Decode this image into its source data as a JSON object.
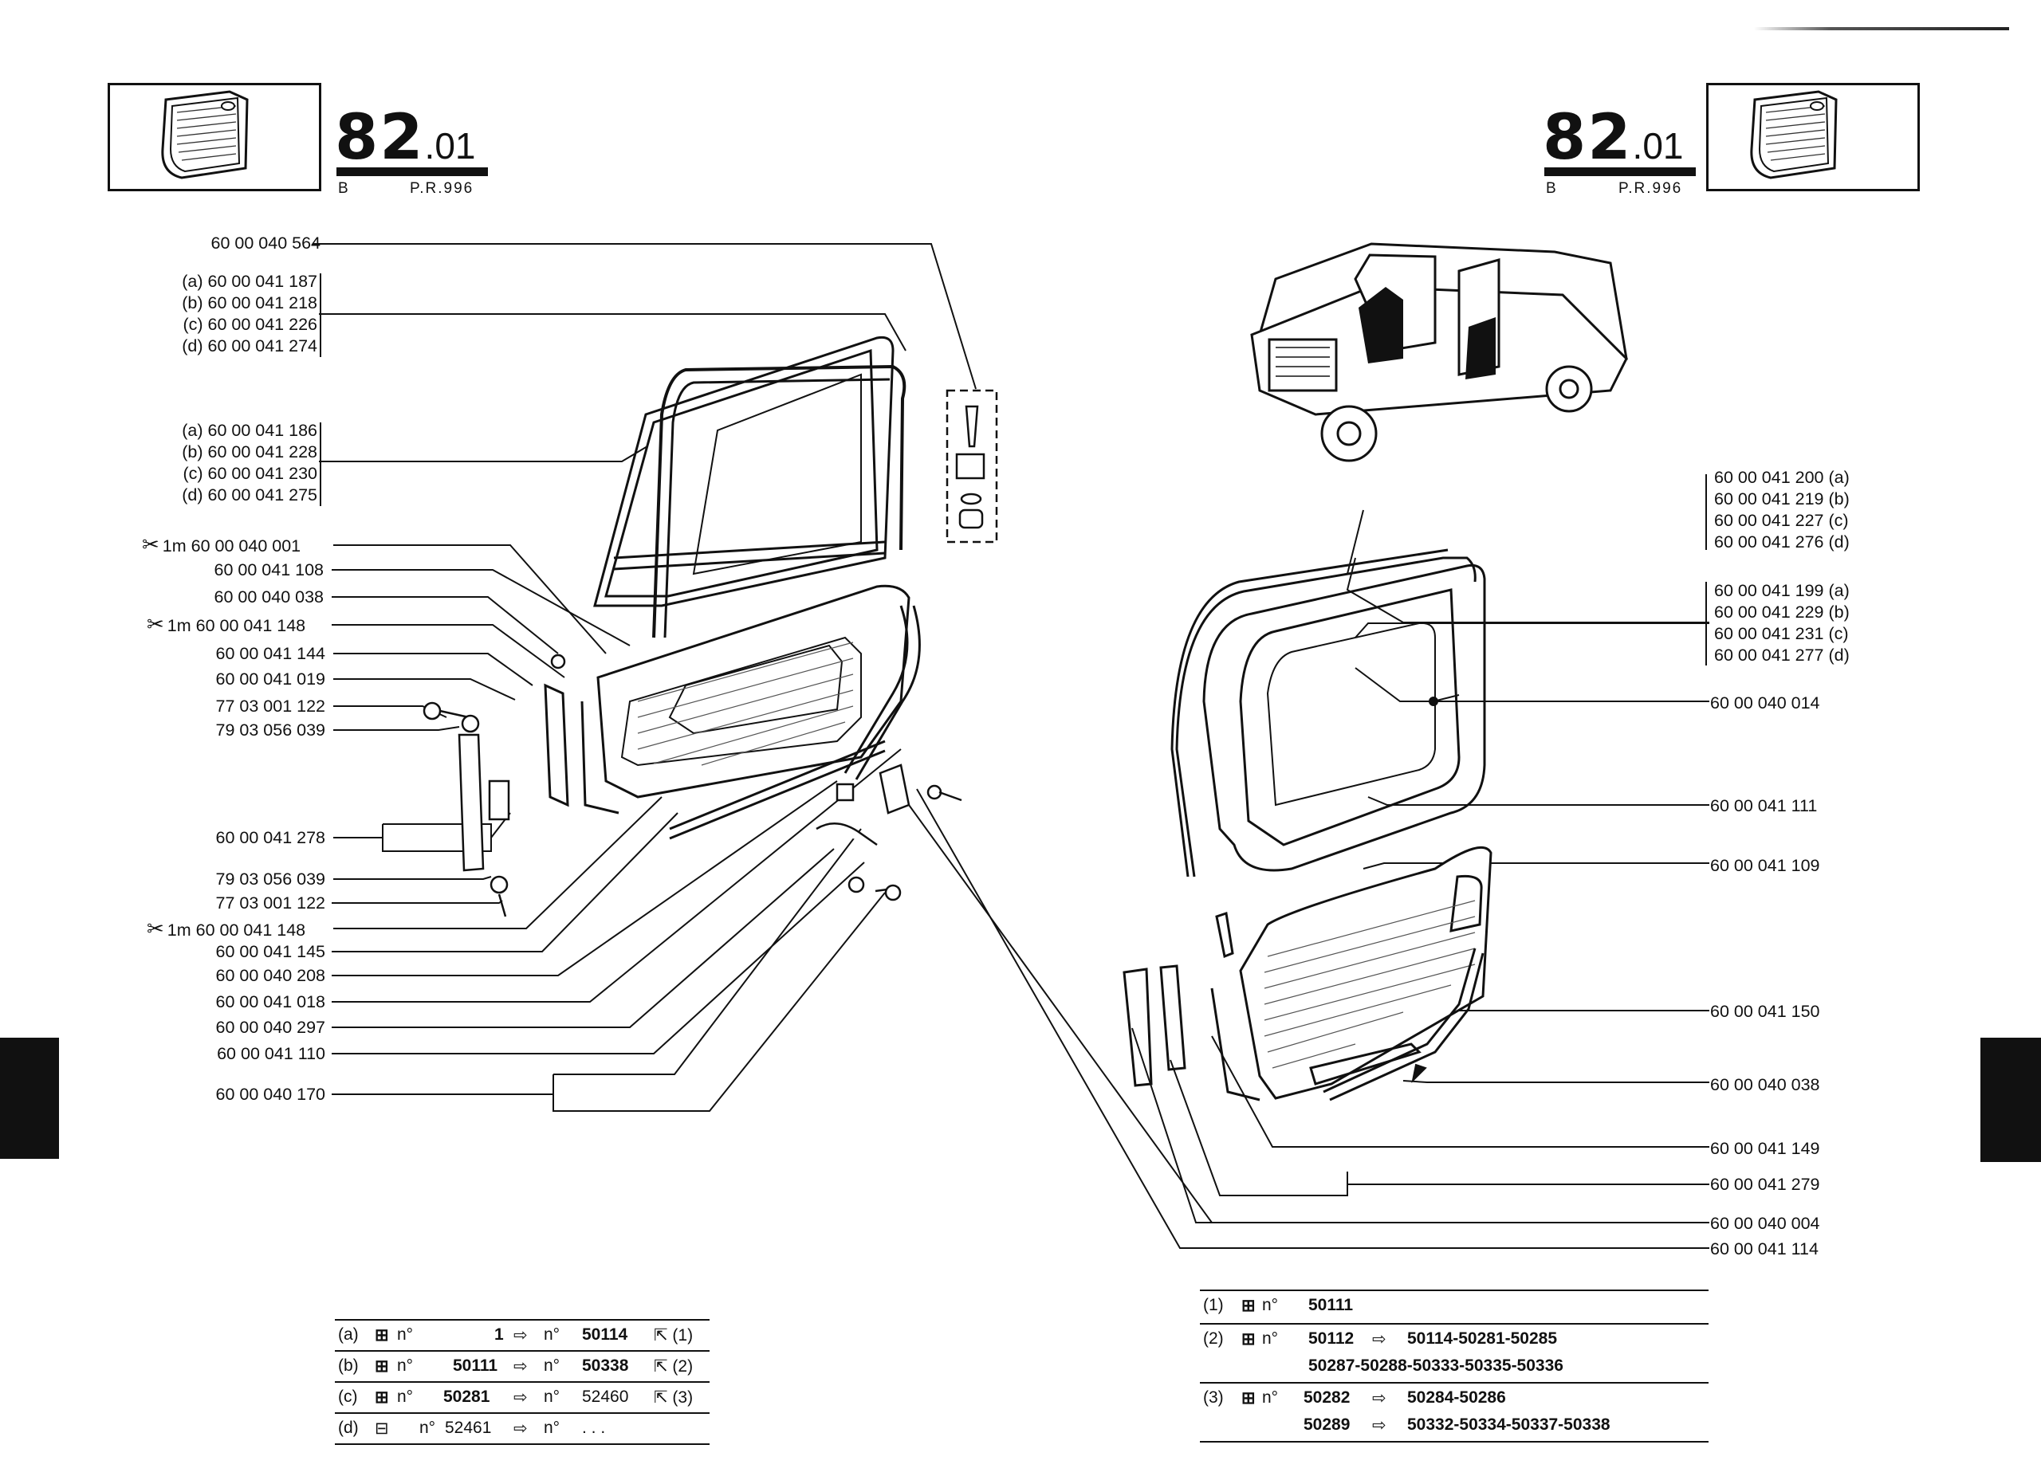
{
  "header_left": {
    "section_major": "82",
    "section_minor": ".01",
    "variant": "B",
    "ref": "P.R.996"
  },
  "header_right": {
    "section_major": "82",
    "section_minor": ".01",
    "variant": "B",
    "ref": "P.R.996"
  },
  "left_labels": [
    {
      "id": "l1",
      "text": "60 00 040 564"
    },
    {
      "id": "l2",
      "text": "(a) 60 00 041 187"
    },
    {
      "id": "l3",
      "text": "(b) 60 00 041 218"
    },
    {
      "id": "l4",
      "text": "(c) 60 00 041 226"
    },
    {
      "id": "l5",
      "text": "(d) 60 00 041 274"
    },
    {
      "id": "l6",
      "text": "(a) 60 00 041 186"
    },
    {
      "id": "l7",
      "text": "(b) 60 00 041 228"
    },
    {
      "id": "l8",
      "text": "(c) 60 00 041 230"
    },
    {
      "id": "l9",
      "text": "(d) 60 00 041 275"
    },
    {
      "id": "l10",
      "text": "1m 60 00 040 001",
      "scissor": true
    },
    {
      "id": "l11",
      "text": "60 00 041 108"
    },
    {
      "id": "l12",
      "text": "60 00 040 038"
    },
    {
      "id": "l13",
      "text": "1m 60 00 041 148",
      "scissor": true
    },
    {
      "id": "l14",
      "text": "60 00 041 144"
    },
    {
      "id": "l15",
      "text": "60 00 041 019"
    },
    {
      "id": "l16",
      "text": "77 03 001 122"
    },
    {
      "id": "l17",
      "text": "79 03 056 039"
    },
    {
      "id": "l18",
      "text": "60 00 041 278"
    },
    {
      "id": "l19",
      "text": "79 03 056 039"
    },
    {
      "id": "l20",
      "text": "77 03 001 122"
    },
    {
      "id": "l21",
      "text": "1m 60 00 041 148",
      "scissor": true
    },
    {
      "id": "l22",
      "text": "60 00 041 145"
    },
    {
      "id": "l23",
      "text": "60 00 040 208"
    },
    {
      "id": "l24",
      "text": "60 00 041 018"
    },
    {
      "id": "l25",
      "text": "60 00 040 297"
    },
    {
      "id": "l26",
      "text": "60 00 041 110"
    },
    {
      "id": "l27",
      "text": "60 00 040 170"
    }
  ],
  "right_labels": [
    {
      "id": "r1",
      "text": "60 00 041 200  (a)"
    },
    {
      "id": "r2",
      "text": "60 00 041 219  (b)"
    },
    {
      "id": "r3",
      "text": "60 00 041 227  (c)"
    },
    {
      "id": "r4",
      "text": "60 00 041 276  (d)"
    },
    {
      "id": "r5",
      "text": "60 00 041 199  (a)"
    },
    {
      "id": "r6",
      "text": "60 00 041 229  (b)"
    },
    {
      "id": "r7",
      "text": "60 00 041 231  (c)"
    },
    {
      "id": "r8",
      "text": "60 00 041 277  (d)"
    },
    {
      "id": "r9",
      "text": "60 00 040 014"
    },
    {
      "id": "r10",
      "text": "60 00 041 111"
    },
    {
      "id": "r11",
      "text": "60 00 041 109"
    },
    {
      "id": "r12",
      "text": "60 00 041 150"
    },
    {
      "id": "r13",
      "text": "60 00 040 038"
    },
    {
      "id": "r14",
      "text": "60 00 041 149"
    },
    {
      "id": "r15",
      "text": "60 00 041 279"
    },
    {
      "id": "r16",
      "text": "60 00 040 004"
    },
    {
      "id": "r17",
      "text": "60 00 041 114"
    }
  ],
  "table_left": [
    {
      "tag": "(a)",
      "n1": "n°",
      "from": "1",
      "arrow": "⇨",
      "n2": "n°",
      "to": "50114",
      "ref": "⇱ (1)"
    },
    {
      "tag": "(b)",
      "n1": "n°",
      "from": "50111",
      "arrow": "⇨",
      "n2": "n°",
      "to": "50338",
      "ref": "⇱ (2)"
    },
    {
      "tag": "(c)",
      "n1": "n°",
      "from": "50281",
      "arrow": "⇨",
      "n2": "n°",
      "to": "52460",
      "ref": "⇱ (3)"
    },
    {
      "tag": "(d)",
      "n1": "n°",
      "from": "52461",
      "arrow": "⇨",
      "n2": "n°",
      "to": ". . .",
      "ref": ""
    }
  ],
  "table_right": {
    "r1": {
      "tag": "(1)",
      "n": "n°",
      "serial": "50111"
    },
    "r2": {
      "tag": "(2)",
      "n": "n°",
      "from": "50112",
      "arrow": "⇨",
      "line1": "50114-50281-50285",
      "line2": "50287-50288-50333-50335-50336"
    },
    "r3": {
      "tag": "(3)",
      "n": "n°",
      "from": "50282",
      "arrow": "⇨",
      "line1": "50284-50286",
      "from2": "50289",
      "arrow2": "⇨",
      "line2": "50332-50334-50337-50338"
    }
  }
}
